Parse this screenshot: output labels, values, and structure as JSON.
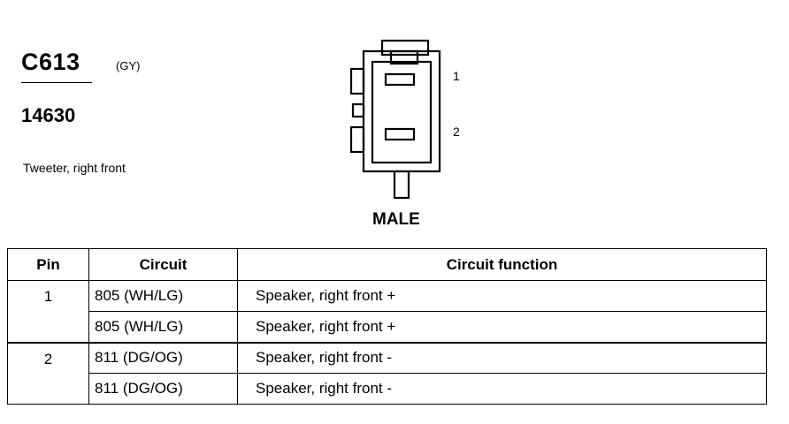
{
  "connector": {
    "code": "C613",
    "color": "(GY)",
    "part_number": "14630",
    "description": "Tweeter, right front",
    "gender": "MALE",
    "pin_labels": [
      "1",
      "2"
    ]
  },
  "table": {
    "headers": [
      "Pin",
      "Circuit",
      "Circuit function"
    ],
    "groups": [
      {
        "pin": "1",
        "rows": [
          {
            "circuit": "805 (WH/LG)",
            "function": "Speaker, right  front  +"
          },
          {
            "circuit": "805 (WH/LG)",
            "function": "Speaker, right  front  +"
          }
        ]
      },
      {
        "pin": "2",
        "rows": [
          {
            "circuit": "811 (DG/OG)",
            "function": "Speaker, right front  -"
          },
          {
            "circuit": "811 (DG/OG)",
            "function": "Speaker, right front  -"
          }
        ]
      }
    ]
  }
}
